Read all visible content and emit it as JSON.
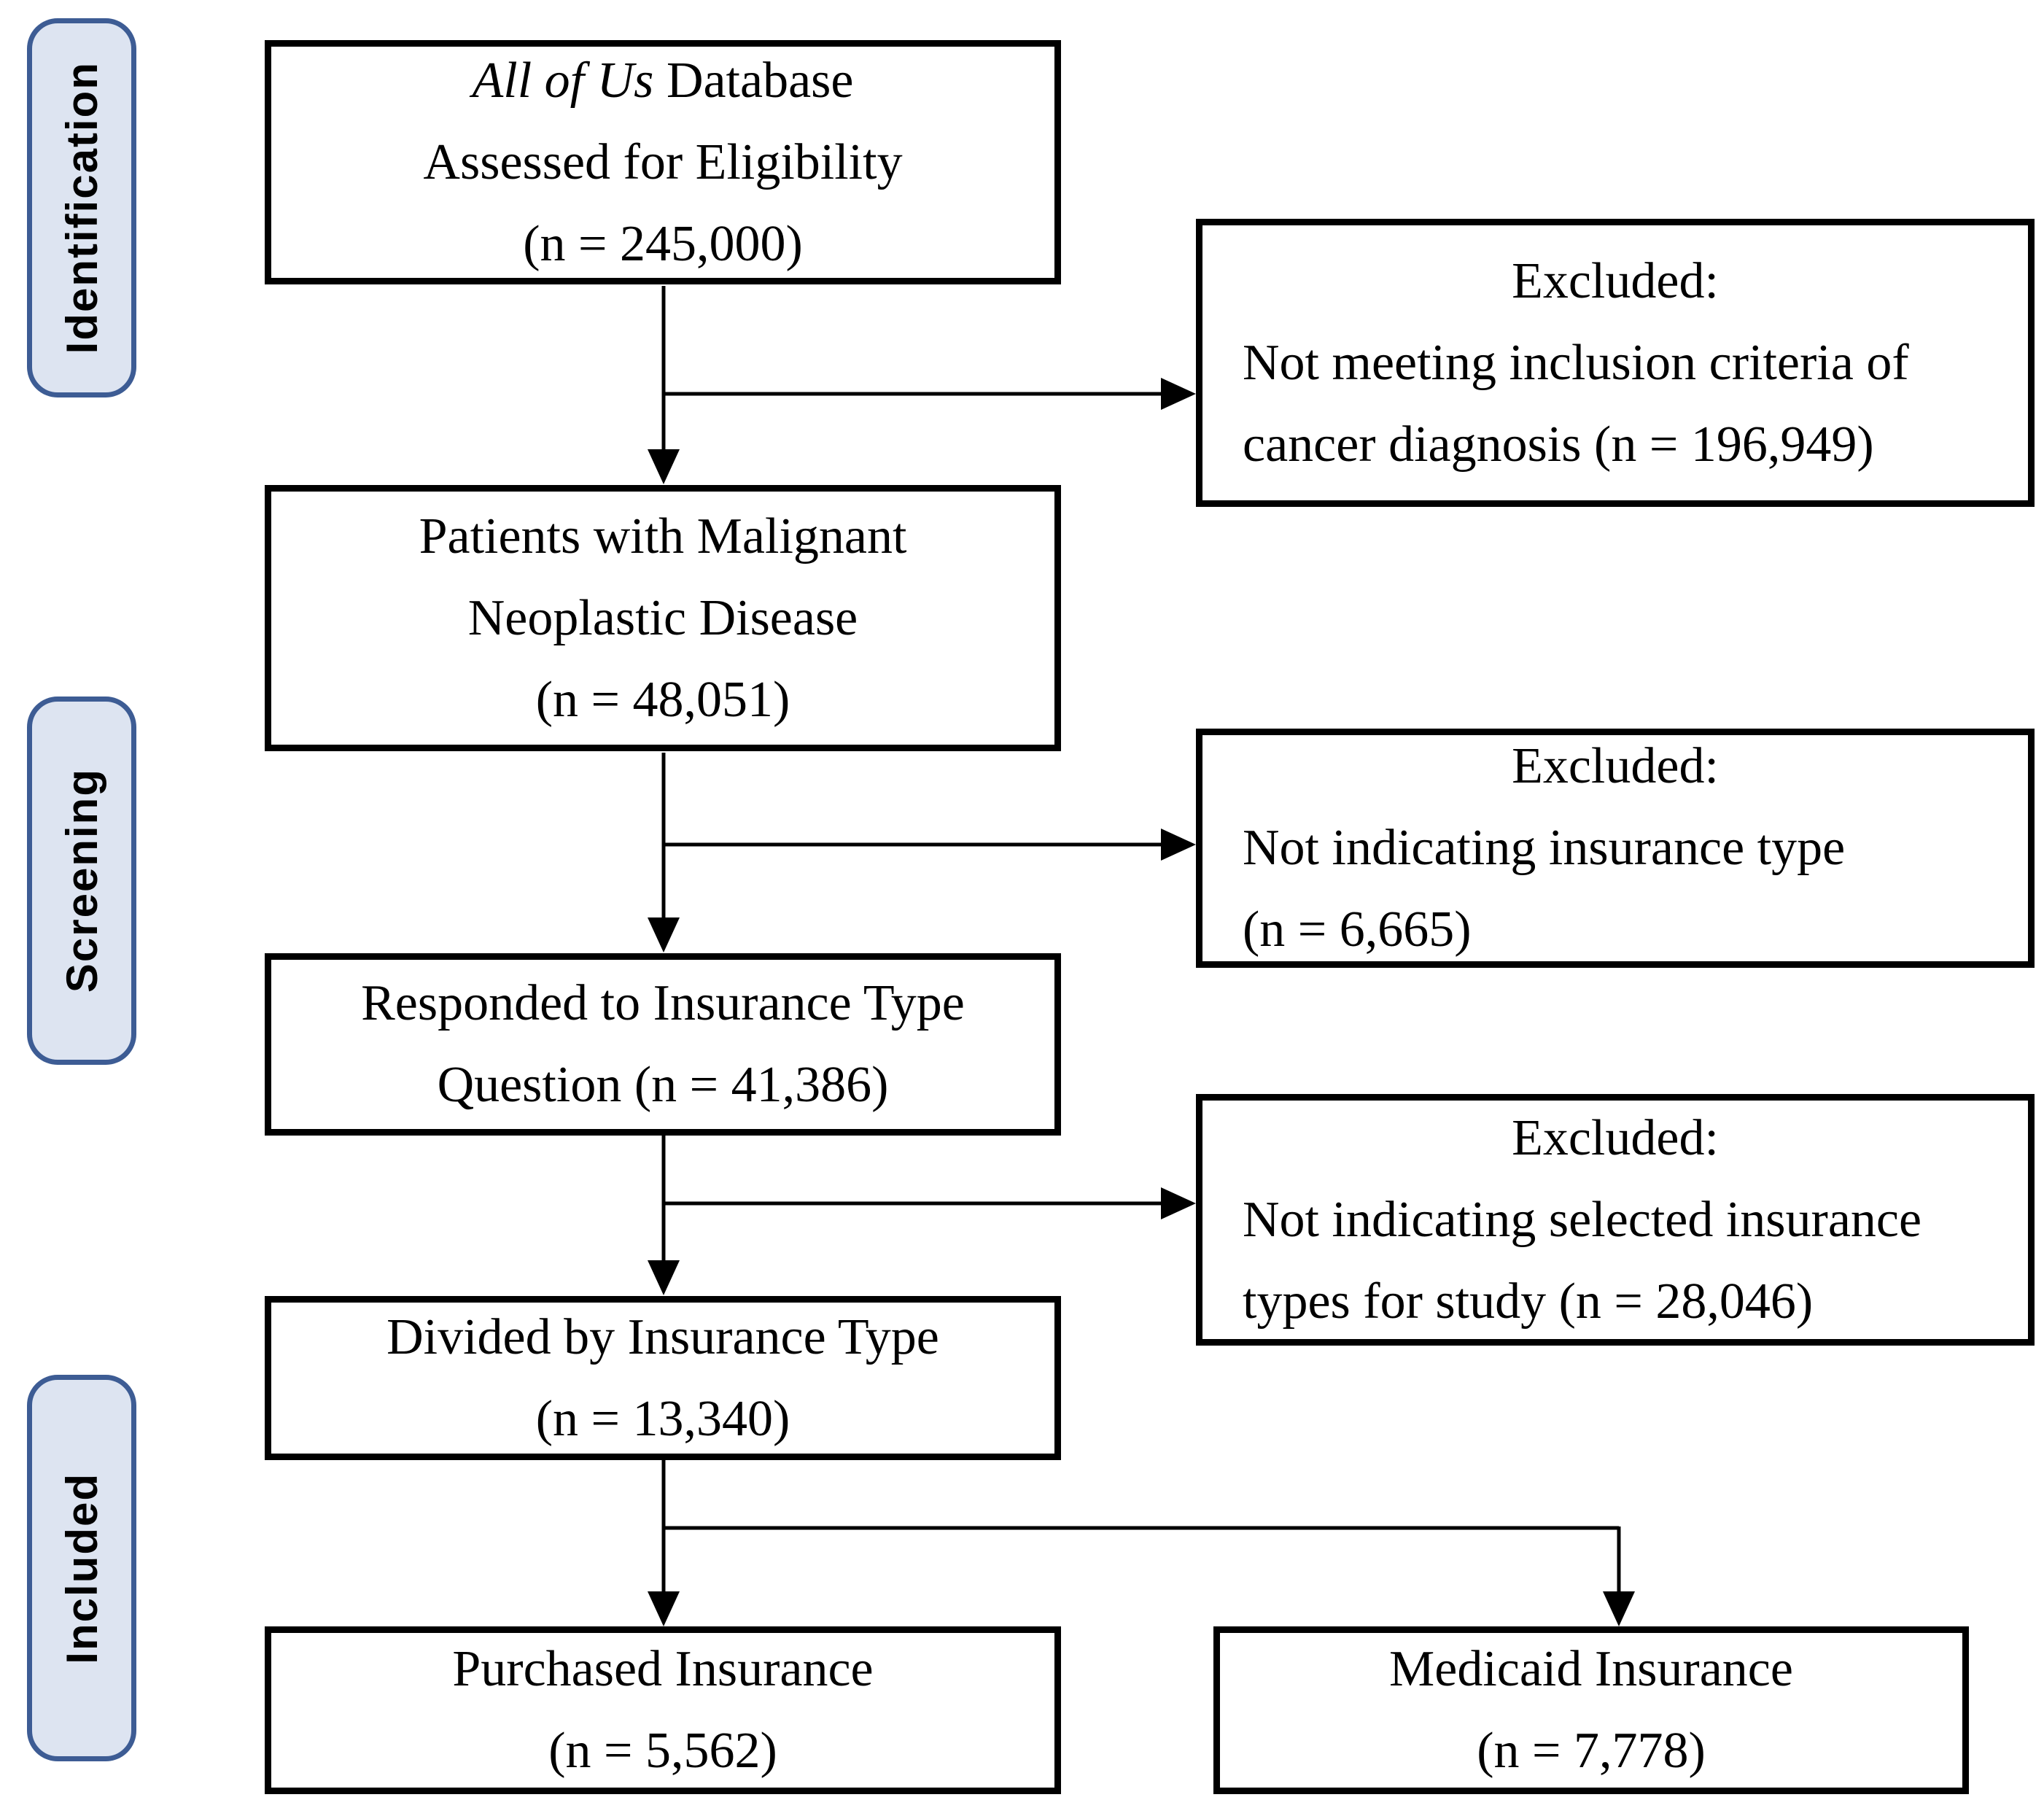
{
  "colors": {
    "background": "#ffffff",
    "box_border": "#000000",
    "text": "#000000",
    "stage_fill": "#dde4f1",
    "stage_border": "#3d5c94"
  },
  "stages": [
    {
      "label": "Identification"
    },
    {
      "label": "Screening"
    },
    {
      "label": "Included"
    }
  ],
  "flow_boxes": [
    {
      "line1_italic": "All of Us",
      "line1_rest": " Database",
      "line2": "Assessed for Eligibility",
      "line3": "(n = 245,000)"
    },
    {
      "line1": "Patients with Malignant",
      "line2": "Neoplastic Disease",
      "line3": "(n = 48,051)"
    },
    {
      "line1": "Responded to Insurance Type",
      "line2": "Question (n = 41,386)"
    },
    {
      "line1": "Divided by Insurance Type",
      "line2": "(n = 13,340)"
    }
  ],
  "excluded_boxes": [
    {
      "header": "Excluded:",
      "line1": "Not meeting inclusion criteria of",
      "line2": "cancer diagnosis (n = 196,949)"
    },
    {
      "header": "Excluded:",
      "line1": "Not indicating insurance type",
      "line2": "(n = 6,665)"
    },
    {
      "header": "Excluded:",
      "line1": "Not indicating selected insurance",
      "line2": "types for study (n = 28,046)"
    }
  ],
  "outcome_boxes": [
    {
      "line1": "Purchased Insurance",
      "line2": "(n = 5,562)"
    },
    {
      "line1": "Medicaid Insurance",
      "line2": "(n = 7,778)"
    }
  ]
}
